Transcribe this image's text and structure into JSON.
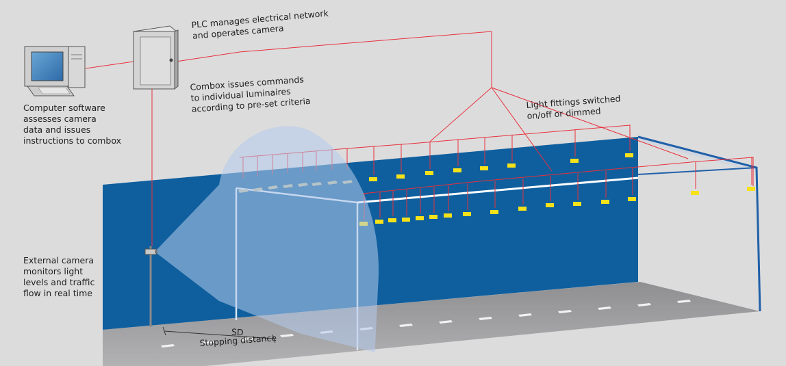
{
  "labels": {
    "plc": [
      "PLC manages electrical network",
      "and operates camera"
    ],
    "combox": [
      "Combox issues commands",
      "to individual luminaires",
      "according to pre-set criteria"
    ],
    "computer": [
      "Computer software",
      "assesses camera",
      "data and issues",
      "instructions to combox"
    ],
    "fittings": [
      "Light fittings switched",
      "on/off or dimmed"
    ],
    "camera": [
      "External camera",
      "monitors light",
      "levels and traffic",
      "flow in real time"
    ],
    "sd": "SD",
    "stopping": "Stopping distance"
  },
  "colors": {
    "background": "#dcdcdd",
    "wall": "#0f5f9e",
    "wall_edge": "#2060a8",
    "wire": "#e8303a",
    "lamp_on": "#f5e21a",
    "lamp_off": "#b8bc9e",
    "road": "#9a9a9c",
    "cone": "#b4cbeb",
    "frame": "#dce6f5"
  },
  "icons": [
    "computer-icon",
    "plc-cabinet-icon",
    "camera-icon"
  ]
}
